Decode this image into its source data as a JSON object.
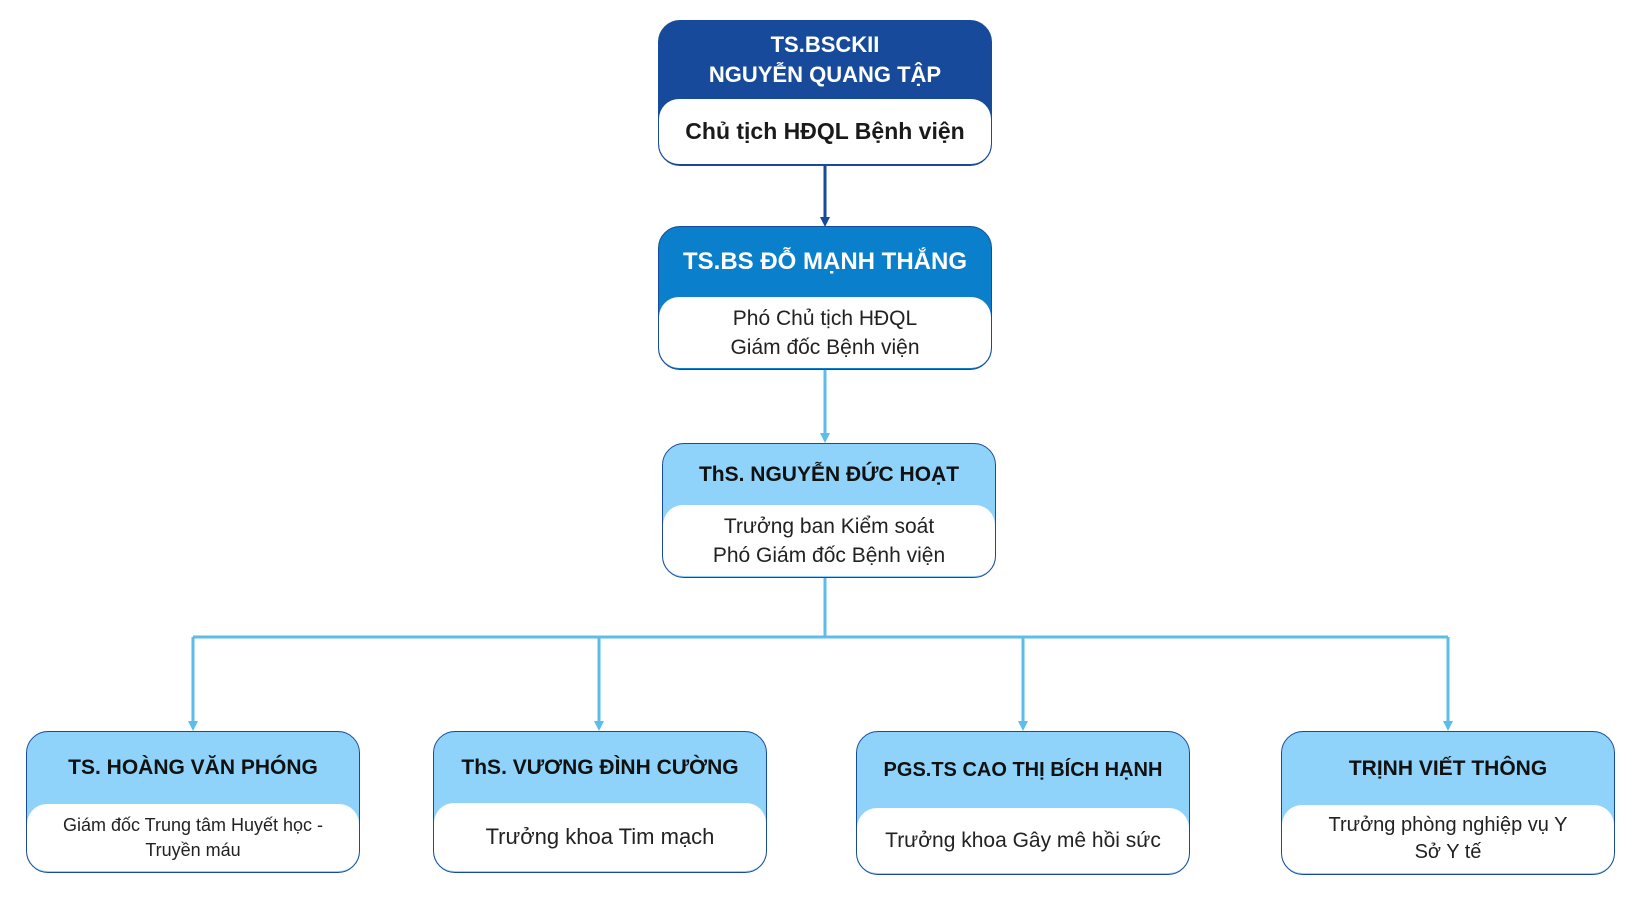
{
  "nodes": {
    "chairman": {
      "name_line1": "TS.BSCKII",
      "name_line2": "NGUYỄN QUANG TẬP",
      "role": "Chủ tịch HĐQL Bệnh viện"
    },
    "director": {
      "name": "TS.BS ĐỖ MẠNH THẮNG",
      "role_line1": "Phó Chủ tịch HĐQL",
      "role_line2": "Giám đốc Bệnh viện"
    },
    "supervisor": {
      "name": "ThS. NGUYỄN ĐỨC HOẠT",
      "role_line1": "Trưởng ban Kiểm soát",
      "role_line2": "Phó Giám đốc Bệnh viện"
    },
    "members": [
      {
        "name": "TS. HOÀNG VĂN PHÓNG",
        "role_line1": "Giám đốc Trung tâm Huyết học -",
        "role_line2": "Truyền máu"
      },
      {
        "name": "ThS. VƯƠNG ĐÌNH CƯỜNG",
        "role_line1": "Trưởng khoa Tim mạch",
        "role_line2": ""
      },
      {
        "name": "PGS.TS CAO THỊ BÍCH HẠNH",
        "role_line1": "Trưởng khoa Gây mê hồi sức",
        "role_line2": ""
      },
      {
        "name": "TRỊNH VIẾT THÔNG",
        "role_line1": "Trưởng phòng nghiệp vụ Y",
        "role_line2": "Sở Y tế"
      }
    ]
  },
  "colors": {
    "level1": "#174a9b",
    "level2": "#0a7fcc",
    "level3": "#8fd3fb",
    "connector_dark": "#174a9b",
    "connector_light": "#5bbde8"
  }
}
